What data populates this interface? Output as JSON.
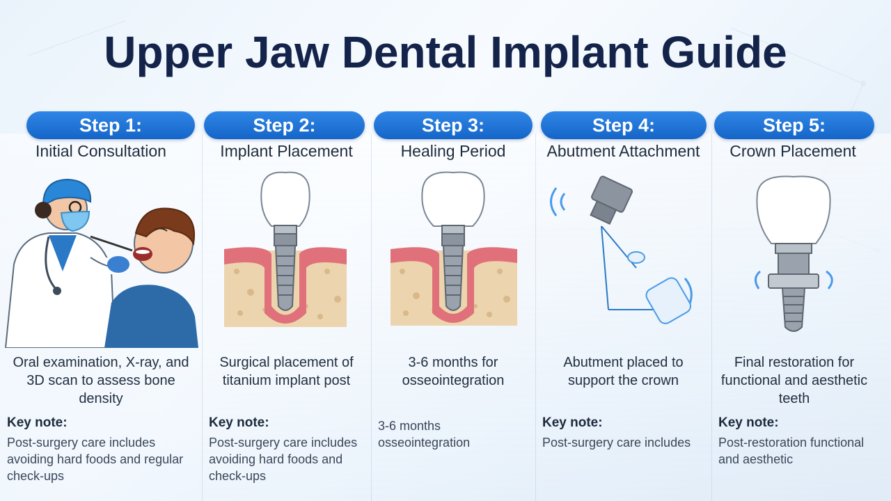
{
  "title": "Upper Jaw Dental Implant Guide",
  "steps": [
    {
      "label": "Step 1:",
      "title": "Initial Consultation",
      "description": "Oral examination, X-ray, and 3D scan to assess bone density",
      "note_label": "Key note:",
      "note_text": "Post-surgery care includes avoiding hard foods and regular check-ups"
    },
    {
      "label": "Step 2:",
      "title": "Implant Placement",
      "description": "Surgical placement of titanium implant post",
      "note_label": "Key note:",
      "note_text": "Post-surgery care includes avoiding hard foods and check-ups"
    },
    {
      "label": "Step 3:",
      "title": "Healing Period",
      "description": "3-6 months for osseointegration",
      "note_label": "",
      "note_text": "3-6 months osseointegration"
    },
    {
      "label": "Step 4:",
      "title": "Abutment Attachment",
      "description": "Abutment placed to support the crown",
      "note_label": "Key note:",
      "note_text": "Post-surgery care includes"
    },
    {
      "label": "Step 5:",
      "title": "Crown Placement",
      "description": "Final restoration for functional and aesthetic teeth",
      "note_label": "Key note:",
      "note_text": "Post-restoration functional and aesthetic"
    }
  ],
  "colors": {
    "pill": "#1f74d9",
    "title": "#14234a",
    "gum": "#e0707a",
    "bone": "#ecd4ae",
    "metal": "#9aa3ad"
  },
  "icons": [
    "dentist-examining-patient-icon",
    "implant-placement-icon",
    "healing-implant-icon",
    "abutment-attachment-icon",
    "crown-placement-icon"
  ]
}
